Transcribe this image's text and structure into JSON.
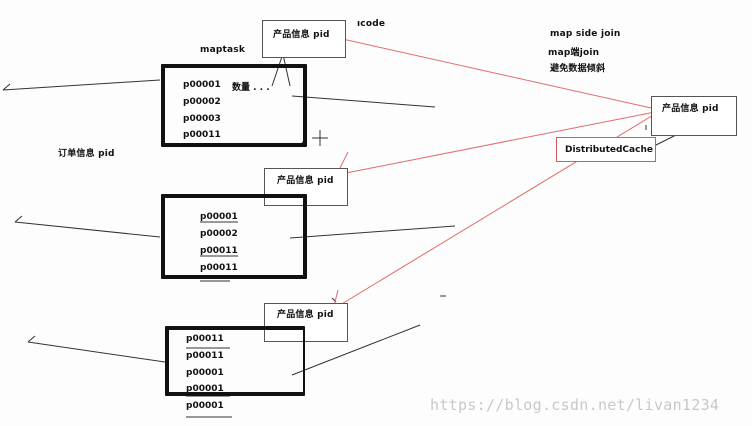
{
  "labels": {
    "maptask": "maptask",
    "code": "ıcode",
    "order_info": "订单信息 pid",
    "map_side_join": "map side join",
    "map_join": "map端join",
    "avoid_skew": "避免数据倾斜",
    "distributed_cache": "DistributedCache"
  },
  "product_boxes": [
    {
      "label": "产品信息 pid"
    },
    {
      "label": "产品信息 pid"
    },
    {
      "label": "产品信息 pid"
    },
    {
      "label": "产品信息 pid"
    }
  ],
  "map_boxes": [
    {
      "rows": [
        "p00001",
        "p00002",
        "p00003",
        "p00011"
      ],
      "extra": "数量 . . ."
    },
    {
      "rows": [
        "p00001",
        "p00002",
        "p00011",
        "p00011"
      ]
    },
    {
      "rows": [
        "p00011",
        "p00011",
        "p00001",
        "p00001",
        "p00001"
      ]
    }
  ],
  "watermark": "https://blog.csdn.net/livan1234",
  "colors": {
    "arrow": "#e06c6c",
    "box_border": "#111111",
    "cache_border": "#d65a5a"
  }
}
